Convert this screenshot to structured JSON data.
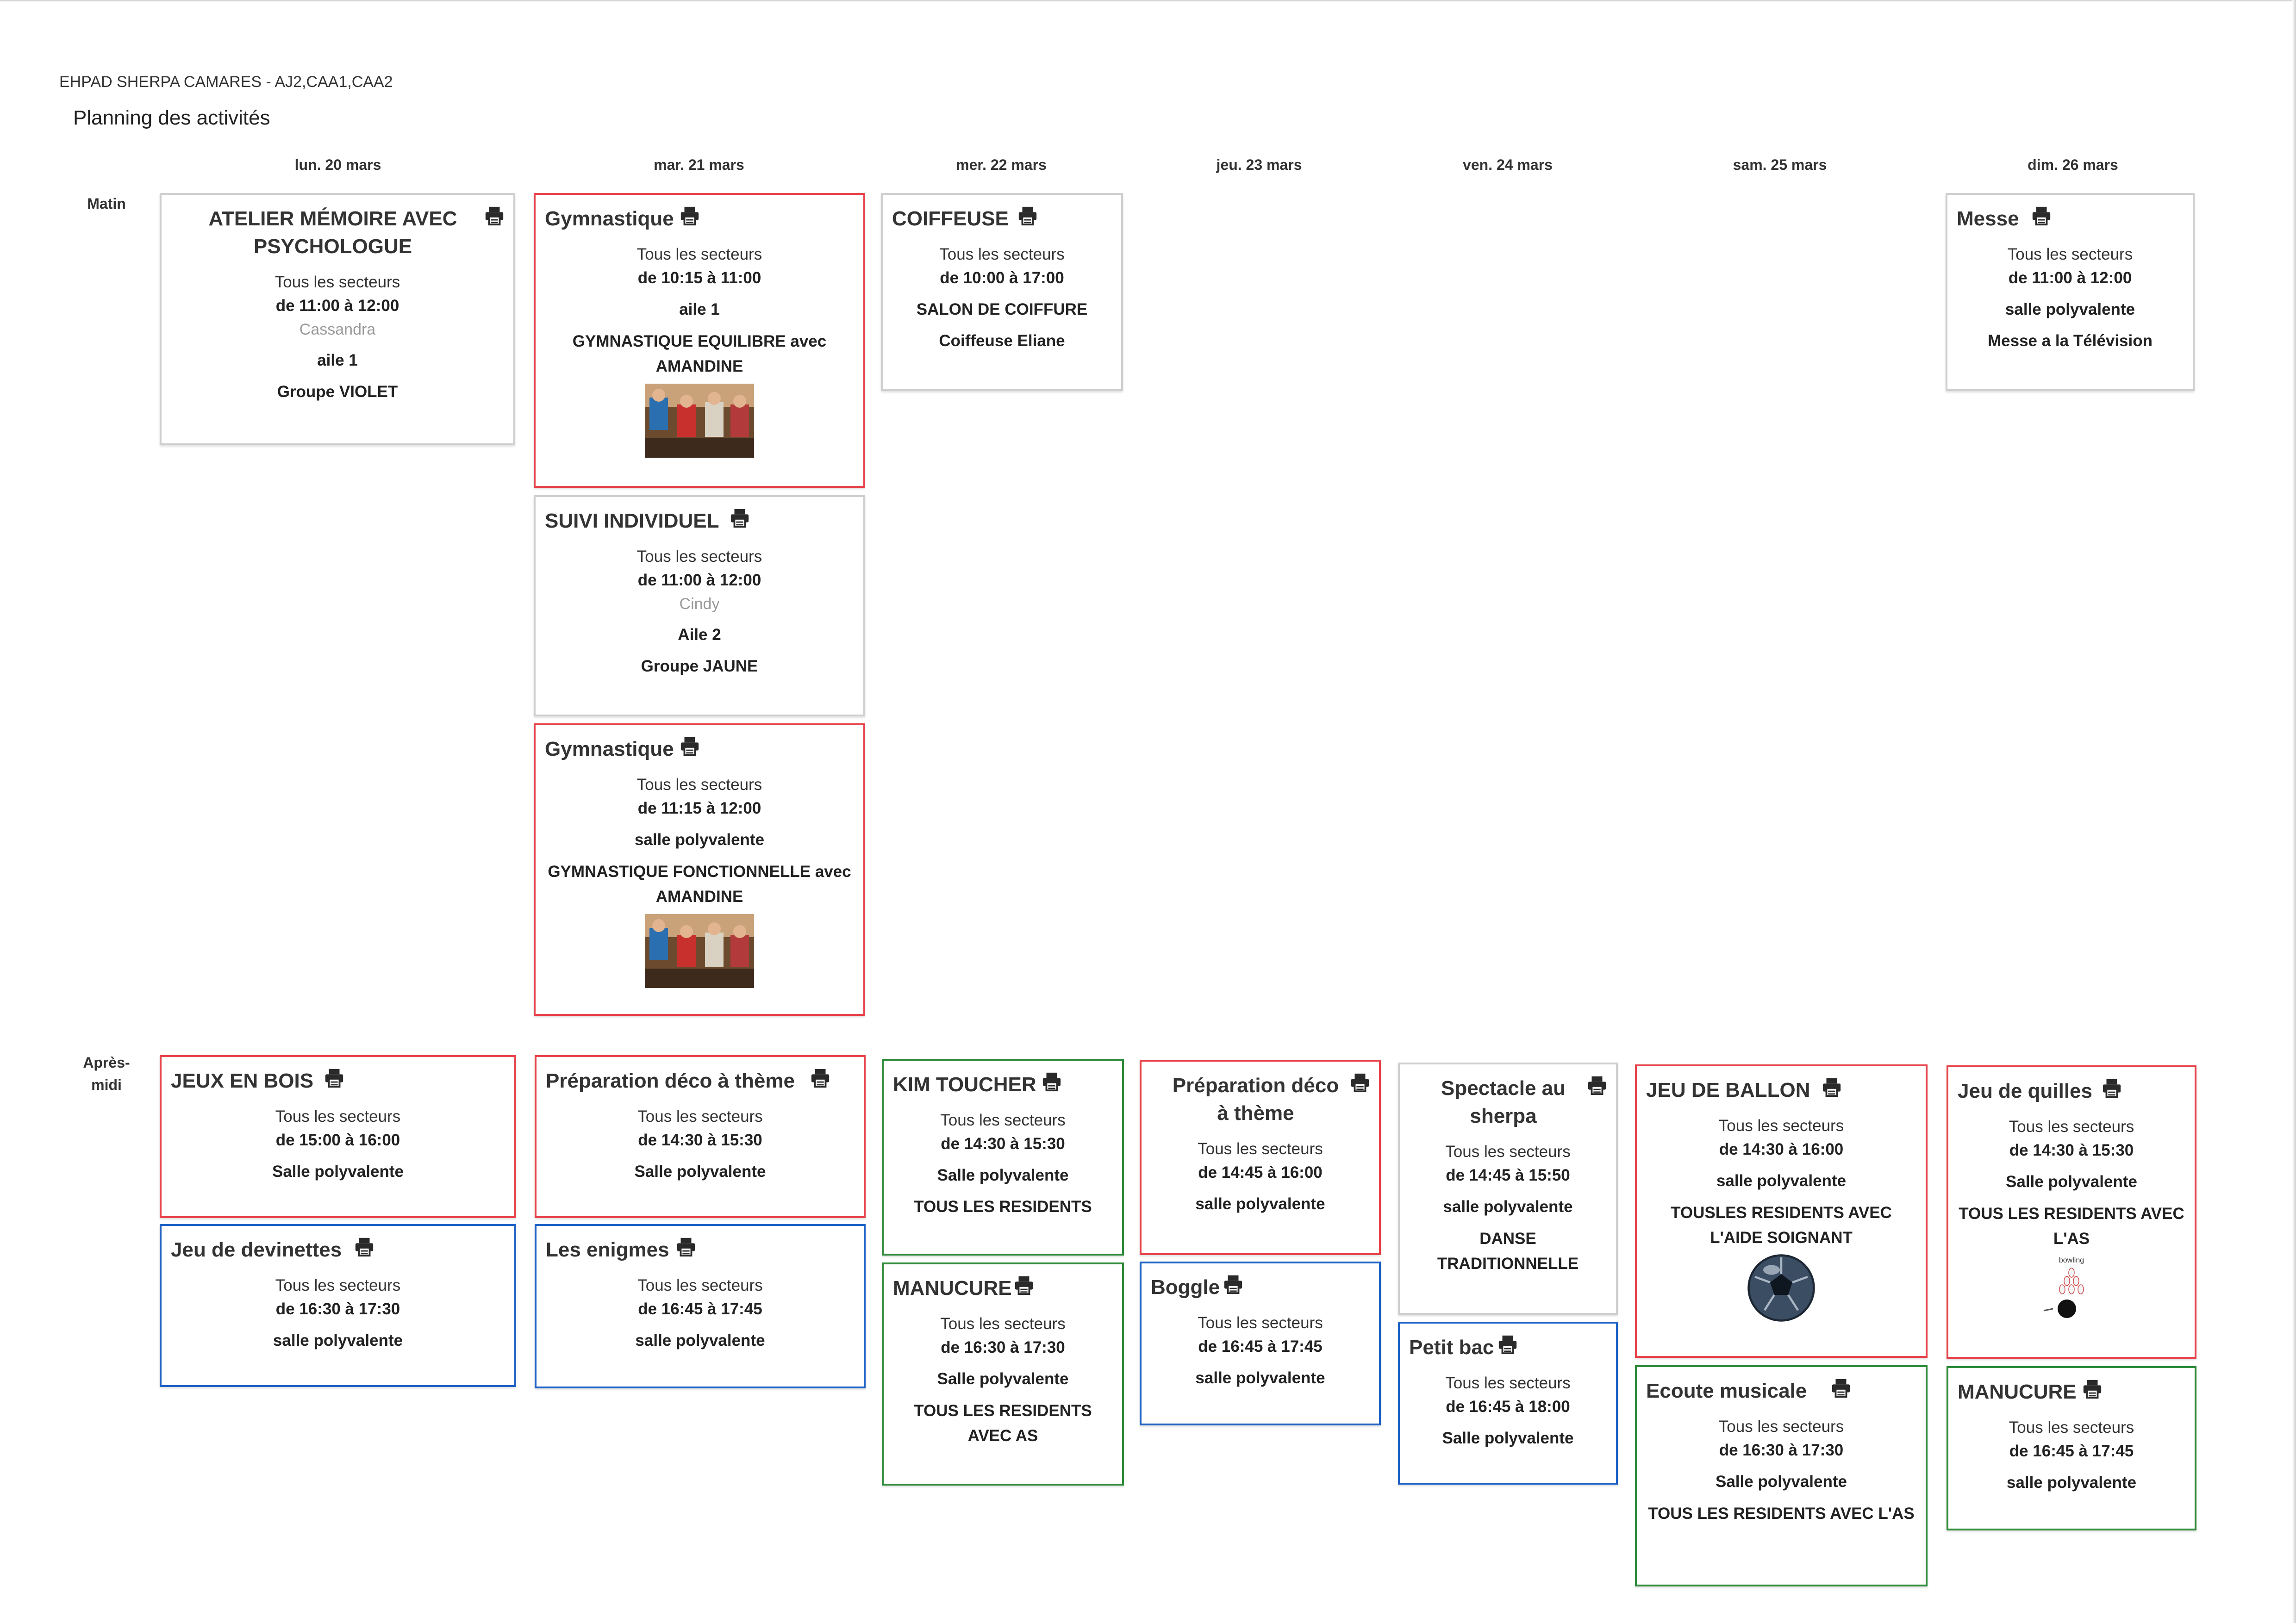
{
  "header": {
    "org": "EHPAD SHERPA CAMARES - AJ2,CAA1,CAA2",
    "title": "Planning des activités"
  },
  "days": [
    "lun. 20 mars",
    "mar. 21 mars",
    "mer. 22 mars",
    "jeu. 23 mars",
    "ven. 24 mars",
    "sam. 25 mars",
    "dim. 26 mars"
  ],
  "periods": {
    "morning": "Matin",
    "afternoon": "Après-\nmidi"
  },
  "colors": {
    "red": "#e8434a",
    "blue": "#1f63c6",
    "green": "#2e8b3a",
    "gray": "#cfcfcf"
  },
  "icons": {
    "print": "printer-icon"
  },
  "morning": {
    "mon_atelier": {
      "title": "ATELIER MÉMOIRE AVEC PSYCHOLOGUE",
      "sectors": "Tous les secteurs",
      "time": "de 11:00 à 12:00",
      "animator": "Cassandra",
      "place": "aile 1",
      "desc": "Groupe VIOLET"
    },
    "tue_gym1": {
      "title": "Gymnastique",
      "sectors": "Tous les secteurs",
      "time": "de 10:15 à 11:00",
      "place": "aile 1",
      "desc": "GYMNASTIQUE EQUILIBRE avec AMANDINE"
    },
    "tue_suivi": {
      "title": "SUIVI INDIVIDUEL",
      "sectors": "Tous les secteurs",
      "time": "de 11:00 à 12:00",
      "animator": "Cindy",
      "place": "Aile 2",
      "desc": "Groupe JAUNE"
    },
    "tue_gym2": {
      "title": "Gymnastique",
      "sectors": "Tous les secteurs",
      "time": "de 11:15 à 12:00",
      "place": "salle polyvalente",
      "desc": "GYMNASTIQUE FONCTIONNELLE avec AMANDINE"
    },
    "wed_coiffeuse": {
      "title": "COIFFEUSE",
      "sectors": "Tous les secteurs",
      "time": "de 10:00 à 17:00",
      "place": "SALON DE COIFFURE",
      "desc": "Coiffeuse Eliane"
    },
    "sun_messe": {
      "title": "Messe",
      "sectors": "Tous les secteurs",
      "time": "de 11:00 à 12:00",
      "place": "salle polyvalente",
      "desc": "Messe a la Télévision"
    }
  },
  "afternoon": {
    "mon_jeux": {
      "title": "JEUX EN BOIS",
      "sectors": "Tous les secteurs",
      "time": "de 15:00 à 16:00",
      "place": "Salle polyvalente"
    },
    "mon_devinettes": {
      "title": "Jeu de devinettes",
      "sectors": "Tous les secteurs",
      "time": "de 16:30 à 17:30",
      "place": "salle polyvalente"
    },
    "tue_deco": {
      "title": "Préparation déco à thème",
      "sectors": "Tous les secteurs",
      "time": "de 14:30 à 15:30",
      "place": "Salle polyvalente"
    },
    "tue_enigmes": {
      "title": "Les enigmes",
      "sectors": "Tous les secteurs",
      "time": "de 16:45 à 17:45",
      "place": "salle polyvalente"
    },
    "wed_kim": {
      "title": "KIM TOUCHER",
      "sectors": "Tous les secteurs",
      "time": "de 14:30 à 15:30",
      "place": "Salle polyvalente",
      "desc": "TOUS LES RESIDENTS"
    },
    "wed_manucure": {
      "title": "MANUCURE",
      "sectors": "Tous les secteurs",
      "time": "de 16:30 à 17:30",
      "place": "Salle polyvalente",
      "desc": "TOUS LES RESIDENTS AVEC AS"
    },
    "thu_deco": {
      "title": "Préparation déco à thème",
      "sectors": "Tous les secteurs",
      "time": "de 14:45 à 16:00",
      "place": "salle polyvalente"
    },
    "thu_boggle": {
      "title": "Boggle",
      "sectors": "Tous les secteurs",
      "time": "de 16:45 à 17:45",
      "place": "salle polyvalente"
    },
    "fri_spectacle": {
      "title": "Spectacle au sherpa",
      "sectors": "Tous les secteurs",
      "time": "de 14:45 à 15:50",
      "place": "salle polyvalente",
      "desc": "DANSE TRADITIONNELLE"
    },
    "fri_petitbac": {
      "title": "Petit bac",
      "sectors": "Tous les secteurs",
      "time": "de 16:45 à 18:00",
      "place": "Salle polyvalente"
    },
    "sat_ballon": {
      "title": "JEU DE BALLON",
      "sectors": "Tous les secteurs",
      "time": "de 14:30 à 16:00",
      "place": "salle polyvalente",
      "desc": "TOUSLES RESIDENTS AVEC L'AIDE SOIGNANT"
    },
    "sat_ecoute": {
      "title": "Ecoute musicale",
      "sectors": "Tous les secteurs",
      "time": "de 16:30 à 17:30",
      "place": "Salle polyvalente",
      "desc": "TOUS LES RESIDENTS AVEC L'AS"
    },
    "sun_quilles": {
      "title": "Jeu de quilles",
      "sectors": "Tous les secteurs",
      "time": "de 14:30 à 15:30",
      "place": "Salle polyvalente",
      "desc": "TOUS LES RESIDENTS AVEC L'AS",
      "image_label": "bowling"
    },
    "sun_manucure": {
      "title": "MANUCURE",
      "sectors": "Tous les secteurs",
      "time": "de 16:45 à 17:45",
      "place": "salle polyvalente"
    }
  }
}
